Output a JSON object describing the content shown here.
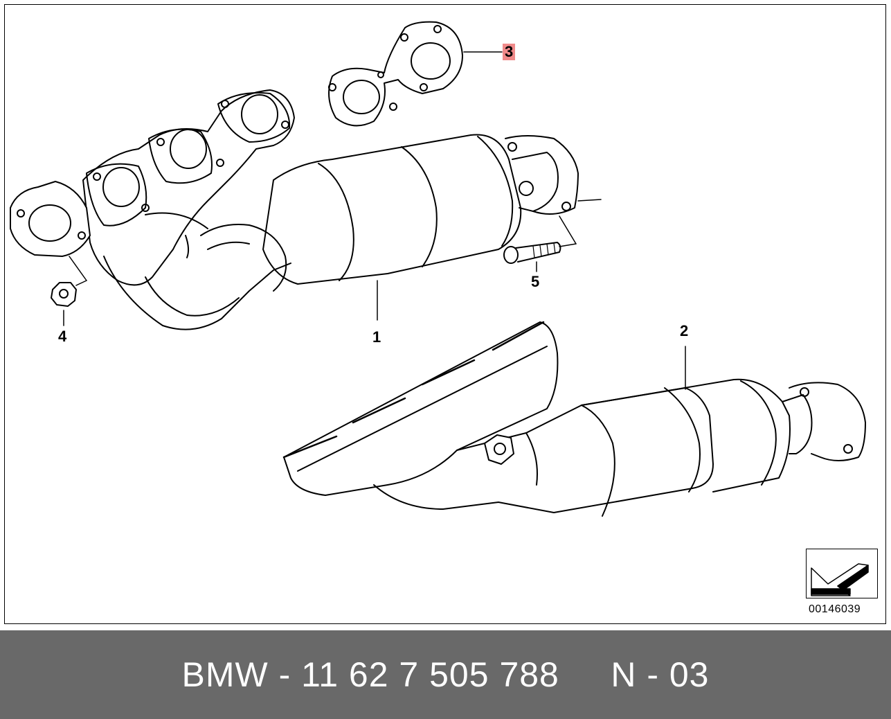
{
  "callouts": {
    "c1": "1",
    "c2": "2",
    "c3": "3",
    "c4": "4",
    "c5": "5"
  },
  "reference_code": "00146039",
  "footer": {
    "text": "BMW - 11 62 7 505 788     N - 03"
  },
  "colors": {
    "footer_bg": "#696969",
    "highlight": "#f08a8a"
  }
}
